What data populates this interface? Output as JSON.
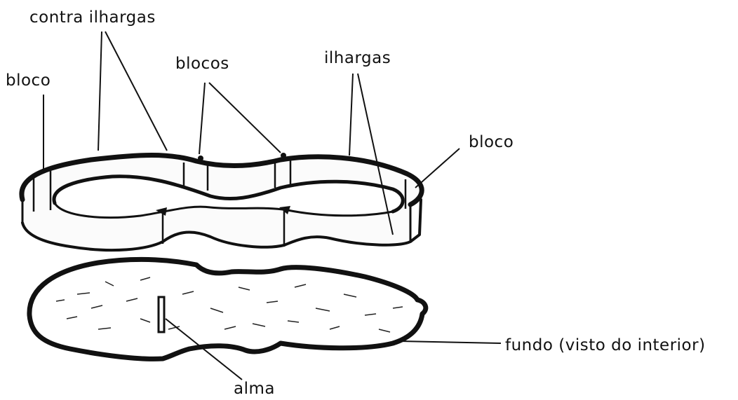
{
  "labels": {
    "contra_ilhargas": "contra ilhargas",
    "bloco_left": "bloco",
    "blocos": "blocos",
    "ilhargas": "ilhargas",
    "bloco_right": "bloco",
    "fundo": "fundo (visto do interior)",
    "alma": "alma"
  },
  "colors": {
    "ink": "#111111",
    "paper": "#ffffff"
  }
}
